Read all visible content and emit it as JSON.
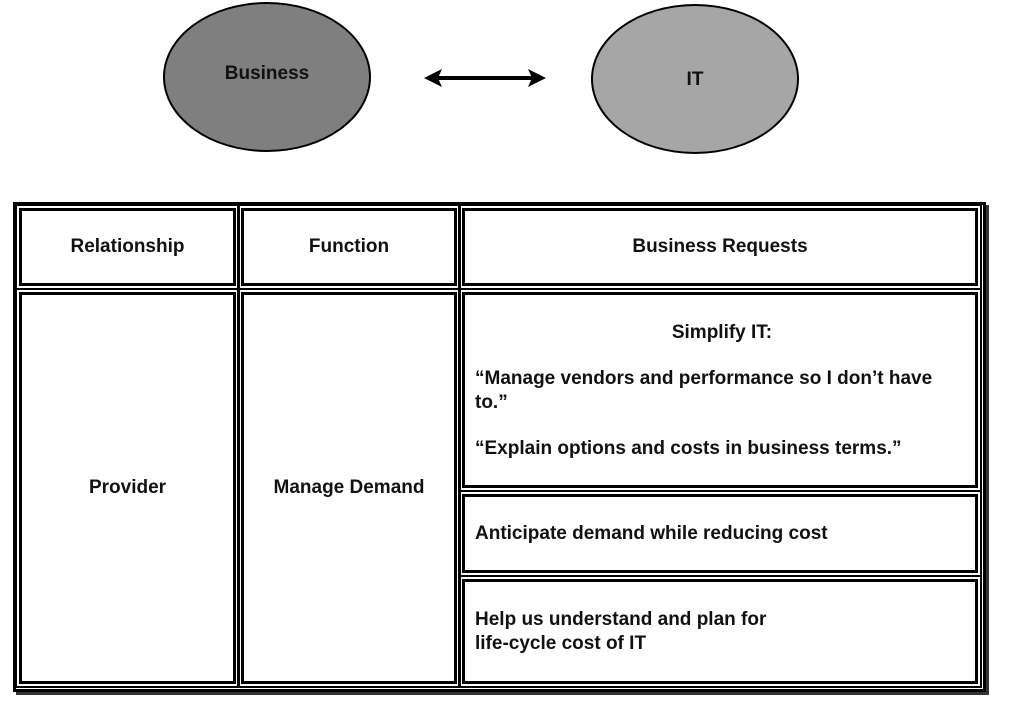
{
  "diagram": {
    "left_node": {
      "label": "Business",
      "fill": "#7f7f7f"
    },
    "right_node": {
      "label": "IT",
      "fill": "#a6a6a6"
    },
    "connector": "bidirectional-arrow"
  },
  "table": {
    "headers": {
      "relationship": "Relationship",
      "function": "Function",
      "requests": "Business Requests"
    },
    "row": {
      "relationship": "Provider",
      "function": "Manage Demand",
      "requests": {
        "simplify": {
          "heading": "Simplify IT:",
          "quote1": "“Manage vendors and performance so I don’t have to.”",
          "quote2": "“Explain options and costs in business terms.”"
        },
        "anticipate": "Anticipate demand while reducing cost",
        "lifecycle": {
          "line1": "Help us understand and plan for",
          "line2": "life-cycle cost of IT"
        }
      }
    }
  }
}
